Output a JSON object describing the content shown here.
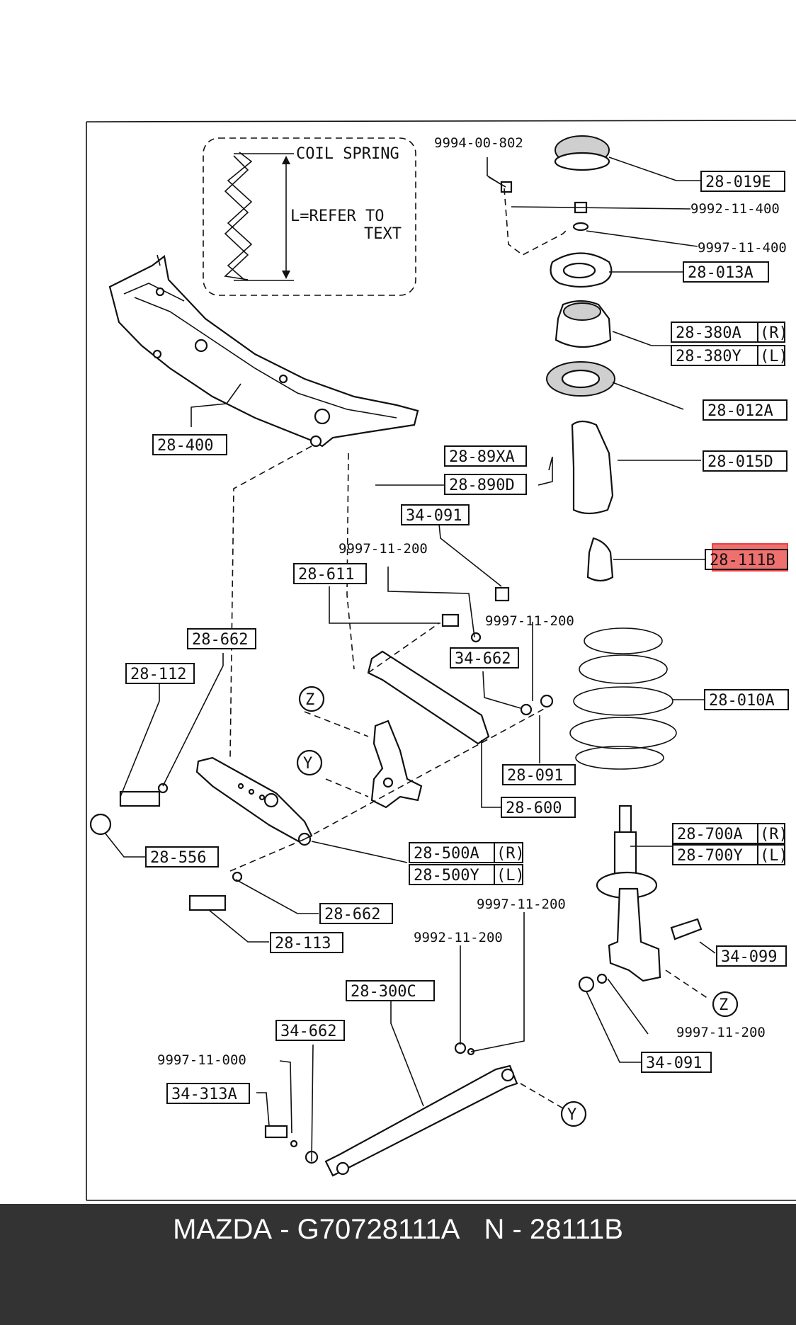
{
  "diagram": {
    "legend": {
      "line1": "COIL SPRING",
      "line2": "L=REFER TO",
      "line3": "TEXT"
    },
    "parts": [
      {
        "id": "28-019E"
      },
      {
        "id": "9994-00-802"
      },
      {
        "id": "9992-11-400"
      },
      {
        "id": "9997-11-400"
      },
      {
        "id": "28-013A"
      },
      {
        "id": "28-380A"
      },
      {
        "id": "28-380Y"
      },
      {
        "id": "28-012A"
      },
      {
        "id": "28-015D"
      },
      {
        "id": "28-111B",
        "highlighted": true
      },
      {
        "id": "28-010A"
      },
      {
        "id": "28-400"
      },
      {
        "id": "28-89XA"
      },
      {
        "id": "28-890D"
      },
      {
        "id": "34-091"
      },
      {
        "id": "9997-11-200"
      },
      {
        "id": "28-611"
      },
      {
        "id": "9997-11-200"
      },
      {
        "id": "34-662"
      },
      {
        "id": "28-662"
      },
      {
        "id": "28-112"
      },
      {
        "id": "28-091"
      },
      {
        "id": "28-600"
      },
      {
        "id": "28-700A"
      },
      {
        "id": "28-700Y"
      },
      {
        "id": "28-556"
      },
      {
        "id": "28-500A"
      },
      {
        "id": "28-500Y"
      },
      {
        "id": "28-662"
      },
      {
        "id": "28-113"
      },
      {
        "id": "9997-11-200"
      },
      {
        "id": "9992-11-200"
      },
      {
        "id": "34-099"
      },
      {
        "id": "28-300C"
      },
      {
        "id": "34-662"
      },
      {
        "id": "9997-11-000"
      },
      {
        "id": "34-313A"
      },
      {
        "id": "9997-11-200"
      },
      {
        "id": "34-091"
      }
    ],
    "sides": {
      "right": "(R)",
      "left": "(L)"
    },
    "refs": {
      "z": "Z",
      "y": "Y"
    },
    "highlight_color": "#e8403f"
  },
  "footer": {
    "brand": "MAZDA",
    "sep1": " - ",
    "part_number": "G70728111A",
    "code_prefix": "N",
    "sep2": " - ",
    "code": "28111B",
    "background": "#333333"
  }
}
